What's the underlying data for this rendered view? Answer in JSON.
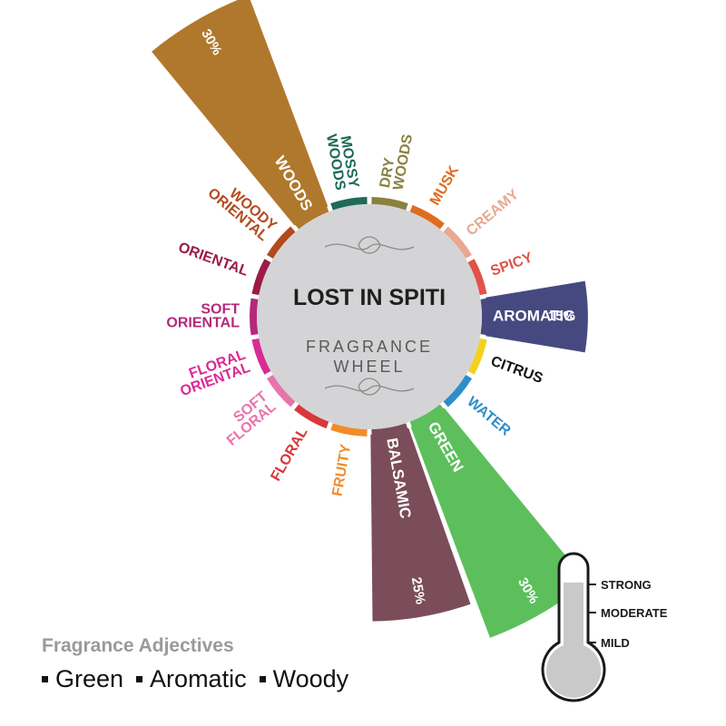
{
  "center": {
    "title": "LOST IN SPITI",
    "subtitle_line1": "FRAGRANCE",
    "subtitle_line2": "WHEEL"
  },
  "chart_data": {
    "type": "pie",
    "title": "LOST IN SPITI",
    "segments": [
      {
        "label": [
          "FLORAL"
        ],
        "color": "#d8383b"
      },
      {
        "label": [
          "SOFT",
          "FLORAL"
        ],
        "color": "#e874ad"
      },
      {
        "label": [
          "FLORAL",
          "ORIENTAL"
        ],
        "color": "#d92c93"
      },
      {
        "label": [
          "SOFT",
          "ORIENTAL"
        ],
        "color": "#b5287a"
      },
      {
        "label": [
          "ORIENTAL"
        ],
        "color": "#9b1b46"
      },
      {
        "label": [
          "WOODY",
          "ORIENTAL"
        ],
        "color": "#b34a1e"
      },
      {
        "label": [
          "WOODS"
        ],
        "color": "#b0782c",
        "value": 30
      },
      {
        "label": [
          "MOSSY",
          "WOODS"
        ],
        "color": "#1e6b57"
      },
      {
        "label": [
          "DRY",
          "WOODS"
        ],
        "color": "#8a8140"
      },
      {
        "label": [
          "MUSK"
        ],
        "color": "#e06c1f"
      },
      {
        "label": [
          "CREAMY"
        ],
        "color": "#e9a890"
      },
      {
        "label": [
          "SPICY"
        ],
        "color": "#e35248"
      },
      {
        "label": [
          "AROMATIC"
        ],
        "color": "#464980",
        "value": 15
      },
      {
        "label": [
          "CITRUS"
        ],
        "color": "#f2d21f"
      },
      {
        "label": [
          "WATER"
        ],
        "color": "#2c8ec9"
      },
      {
        "label": [
          "GREEN"
        ],
        "color": "#5cbf5c",
        "value": 30
      },
      {
        "label": [
          "BALSAMIC"
        ],
        "color": "#7b4d5a",
        "value": 25
      },
      {
        "label": [
          "FRUITY"
        ],
        "color": "#f28c28"
      }
    ],
    "value_labels": {
      "WOODS": "30%",
      "AROMATIC": "15%",
      "GREEN": "30%",
      "BALSAMIC": "25%"
    },
    "label_colors": {
      "FLORAL": "#d8383b",
      "SOFT FLORAL": "#e874ad",
      "FLORAL ORIENTAL": "#d92c93",
      "SOFT ORIENTAL": "#b5287a",
      "ORIENTAL": "#9b1b46",
      "WOODY ORIENTAL": "#b34a1e",
      "MOSSY WOODS": "#1e6b57",
      "DRY WOODS": "#8a8140",
      "MUSK": "#e06c1f",
      "CREAMY": "#e9a890",
      "SPICY": "#e35248",
      "CITRUS": "#111111",
      "WATER": "#2c8ec9",
      "FRUITY": "#f28c28"
    }
  },
  "thermometer": {
    "levels": [
      "STRONG",
      "MODERATE",
      "MILD"
    ],
    "fill_level": 0.87,
    "fill_color": "#c9c9c9"
  },
  "adjectives": {
    "title": "Fragrance Adjectives",
    "items": [
      "Green",
      "Aromatic",
      "Woody"
    ]
  }
}
